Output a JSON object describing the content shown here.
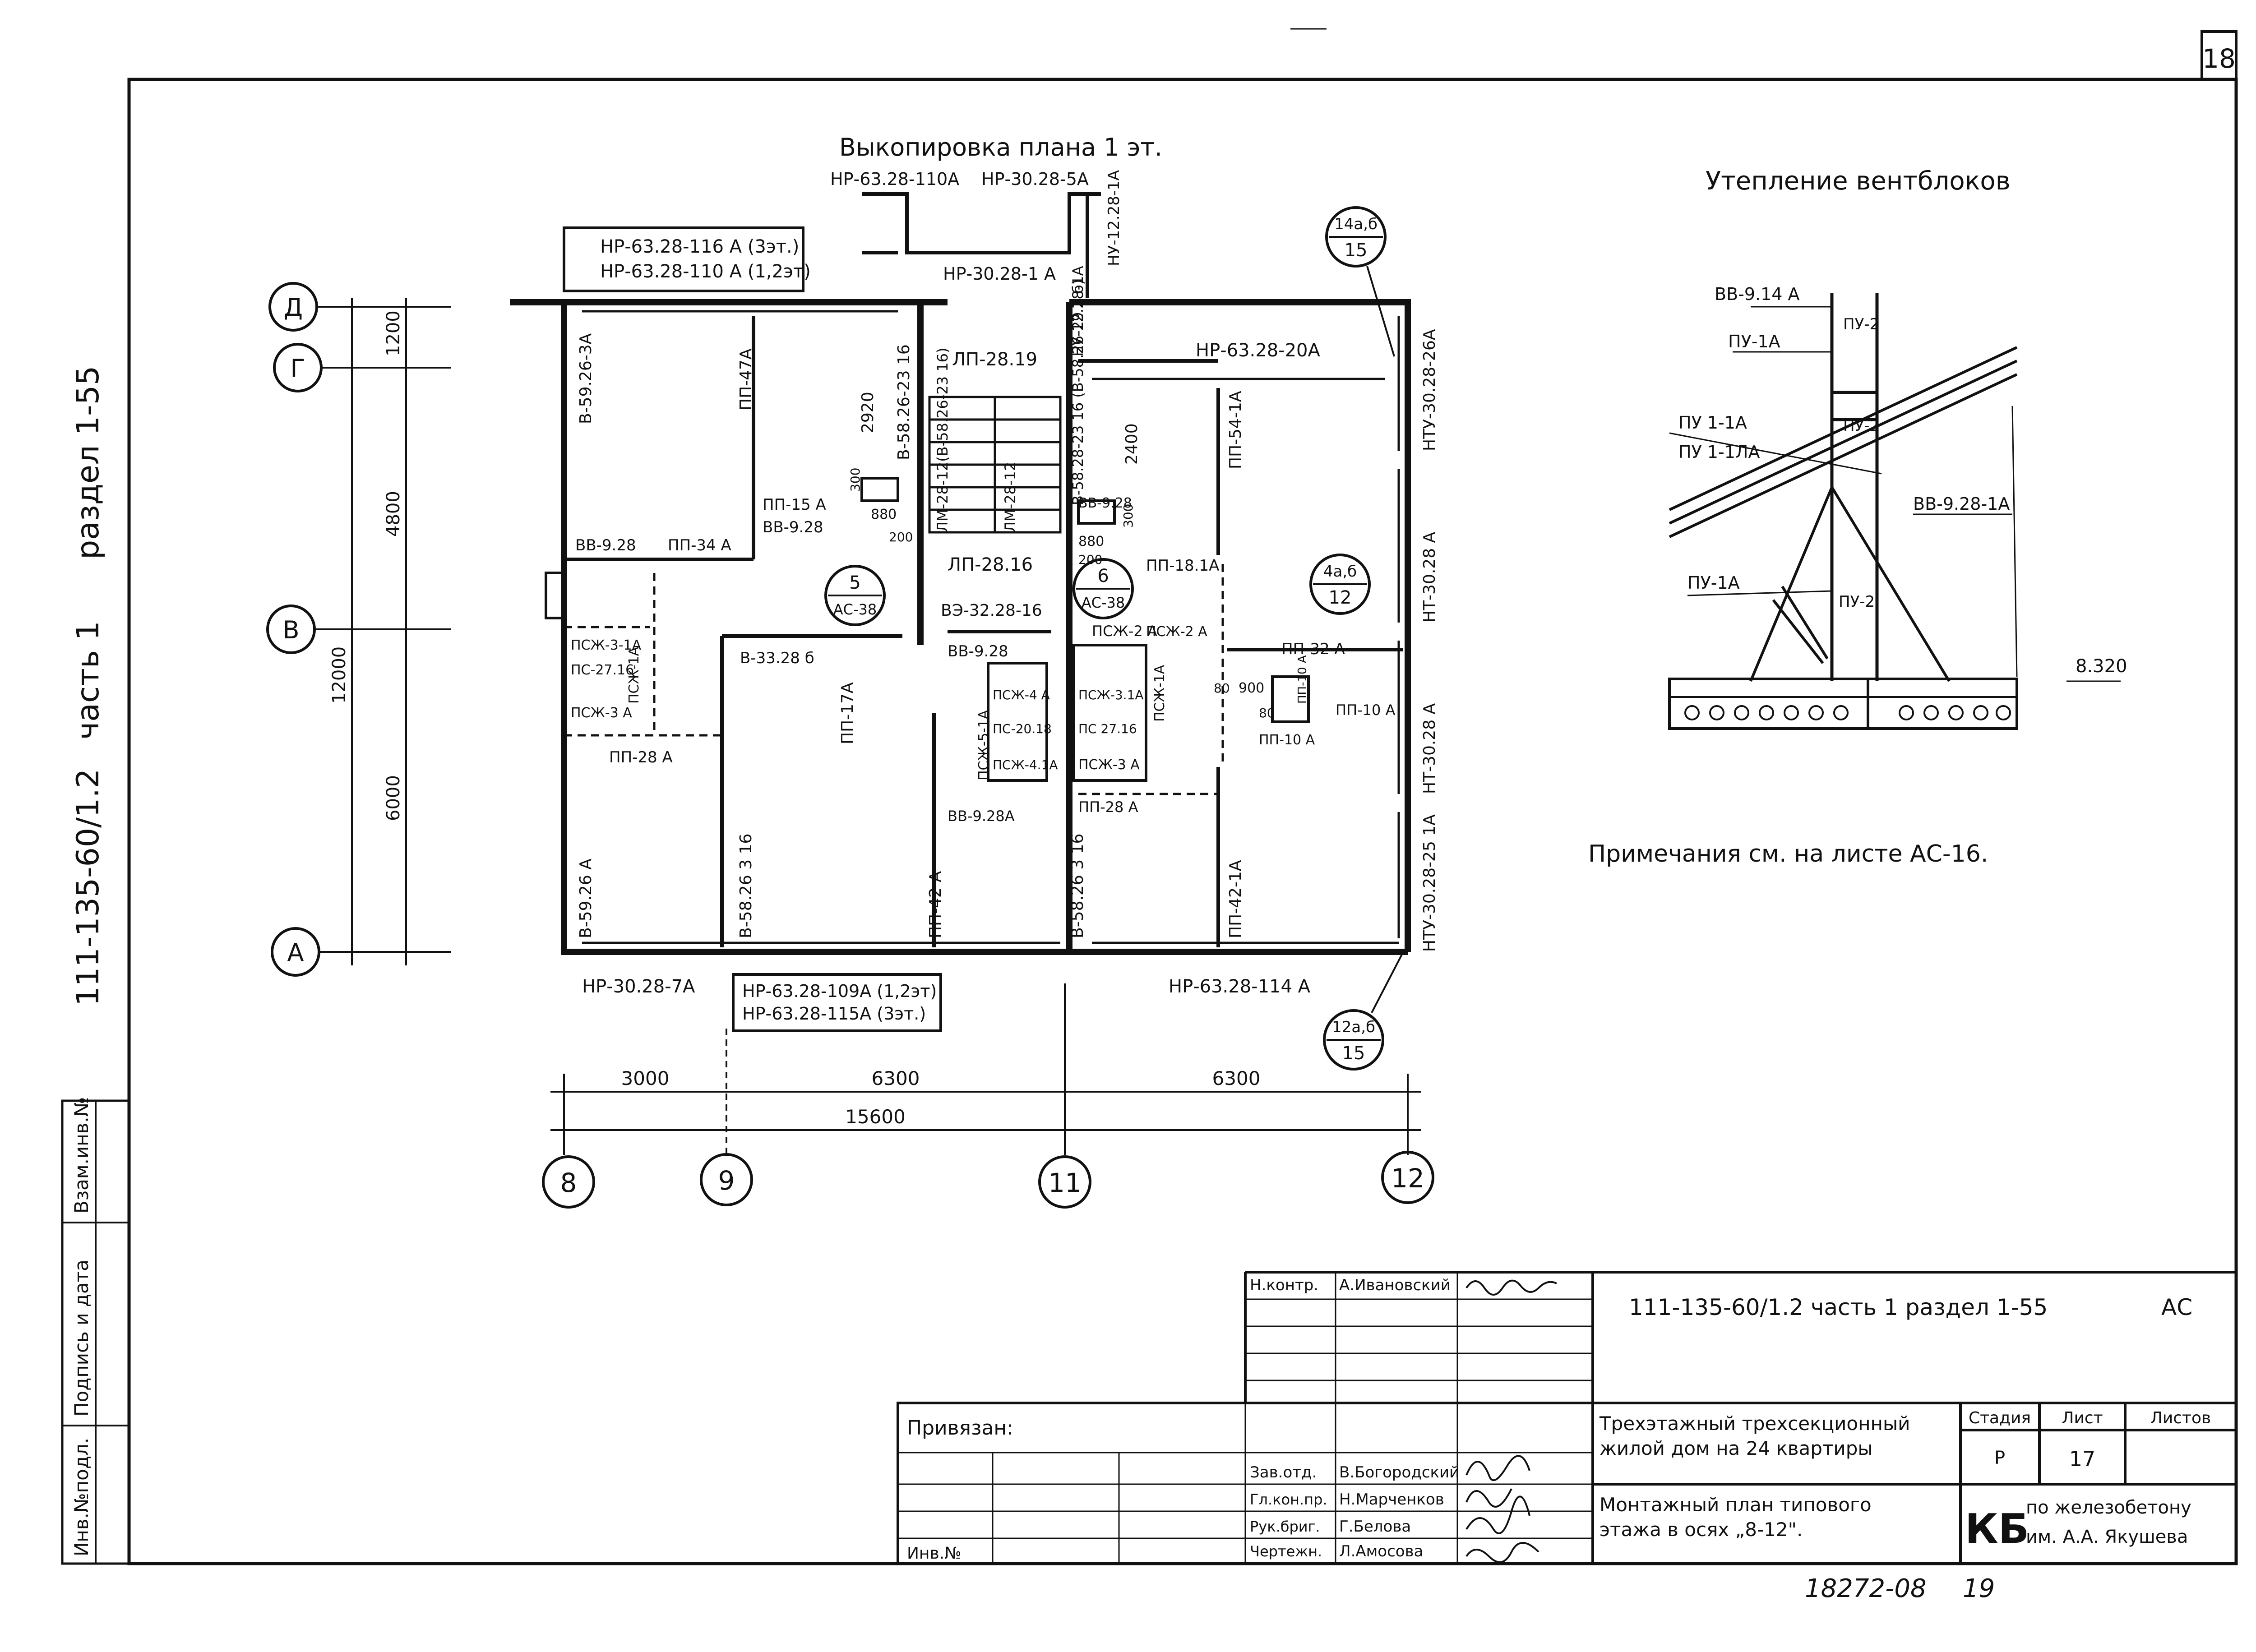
{
  "sheet_number": "18",
  "plan": {
    "title": "Выкопировка плана 1 эт.",
    "top_labels": [
      "НР-63.28-110А",
      "НР-30.28-5А",
      "НР-30.28-1 А",
      "НУ-12.28-1А"
    ],
    "top_left_panel": [
      "НР-63.28-116 А (3эт.)",
      "НР-63.28-110 А (1,2эт)"
    ],
    "axes_rows": [
      "Д",
      "Г",
      "В",
      "А"
    ],
    "axes_cols": [
      "8",
      "9",
      "11",
      "12"
    ],
    "dims_vertical": [
      "1200",
      "4800",
      "12000",
      "6000"
    ],
    "dims_horizontal": [
      "3000",
      "6300",
      "6300",
      "15600"
    ],
    "vertical_labels": [
      "В-59.26-3А",
      "ПП-47А",
      "2920",
      "В-58.26-23 16",
      "ЛМ-28-12(В-58.26-23 16)",
      "В-58.28-23 16 (В-58.26-29 2 б)",
      "НУ-12.28-1А",
      "2400",
      "ПП-54-1А",
      "НТУ-30.28-26А",
      "НТ-30.28 А",
      "ПП-17А",
      "В-58.26 3 16",
      "ПП-42 А",
      "В-58.26 3 16",
      "ПП-42-1А",
      "НТ-30.28 А",
      "НТУ-30.28-25 1А",
      "В-59.26 А",
      "ПСЖ-1А",
      "ПСЖ-5-1А",
      "ЛМ-28-12",
      "ПСЖ-1А"
    ],
    "labels": [
      "ЛП-28.19",
      "НР-63.28-20А",
      "ВВ-9.28",
      "ПП-34 А",
      "ПП-15 А",
      "ВВ-9.28",
      "880",
      "200",
      "300",
      "ЛП-28.16",
      "ВЭ-32.28-16",
      "ПП-18.1А",
      "880",
      "200",
      "300",
      "ВВ-9.28",
      "ПСЖ-2 А",
      "ПСЖ-3-1А",
      "ПС-27.16",
      "ПСЖ-3 А",
      "ПП-28 А",
      "В-33.28 б",
      "ВВ-9.28",
      "ПСЖ-4 А",
      "ПС-20.18",
      "ПСЖ-4.1А",
      "ВВ-9.28А",
      "ПСЖ-2 А",
      "ПСЖ-3.1А",
      "ПС 27.16",
      "ПСЖ-3 А",
      "ПП-28 А",
      "ПП-32 А",
      "900",
      "80",
      "80",
      "ПП-10 А",
      "ПП-10 А",
      "ПП-10 А",
      "НР-30.28-7А",
      "НР-63.28-114 А"
    ],
    "bottom_box": [
      "НР-63.28-109А (1,2эт)",
      "НР-63.28-115А (3эт.)"
    ],
    "circle_refs": [
      {
        "top": "5",
        "bottom": "АС-38"
      },
      {
        "top": "6",
        "bottom": "АС-38"
      },
      {
        "top": "14а,б",
        "bottom": "15"
      },
      {
        "top": "4а,б",
        "bottom": "12"
      },
      {
        "top": "12а,б",
        "bottom": "15"
      }
    ]
  },
  "vent": {
    "title": "Утепление вентблоков",
    "labels": [
      "ВВ-9.14 А",
      "ПУ-2",
      "ПУ-1А",
      "ПУ 1-1А",
      "ПУ 1-1ЛА",
      "ПУ-2",
      "ВВ-9.28-1А",
      "ПУ-1А",
      "ПУ-2",
      "8.320"
    ]
  },
  "note": "Примечания см. на листе АС-16.",
  "side_text": [
    "111-135-60/1.2",
    "часть 1",
    "раздел 1-55"
  ],
  "left_stamp": [
    "Инв.№подл.",
    "Подпись и дата",
    "Взам.инв.№"
  ],
  "title_block": {
    "roles": [
      {
        "role": "Н.контр.",
        "name": "А.Ивановский"
      },
      {
        "role": "Зав.отд.",
        "name": "В.Богородский"
      },
      {
        "role": "Гл.кон.пр.",
        "name": "Н.Марченков"
      },
      {
        "role": "Рук.бриг.",
        "name": "Г.Белова"
      },
      {
        "role": "Чертежн.",
        "name": "Л.Амосова"
      }
    ],
    "privyazan": "Привязан:",
    "inv": "Инв.№",
    "code": "111-135-60/1.2 часть 1 раздел 1-55",
    "code_suffix": "АС",
    "description": [
      "Трехэтажный трехсекционный",
      "жилой дом на 24 квартиры"
    ],
    "sheet_title": [
      "Монтажный план типового",
      "этажа в осях „8-12\"."
    ],
    "stage_header": "Стадия",
    "stage": "Р",
    "list_header": "Лист",
    "list": "17",
    "lists_header": "Листов",
    "lists": "",
    "org_logo": "КБ",
    "org": [
      "по железобетону",
      "им. А.А. Якушева"
    ]
  },
  "footer_number": "18272-08",
  "footer_page": "19"
}
